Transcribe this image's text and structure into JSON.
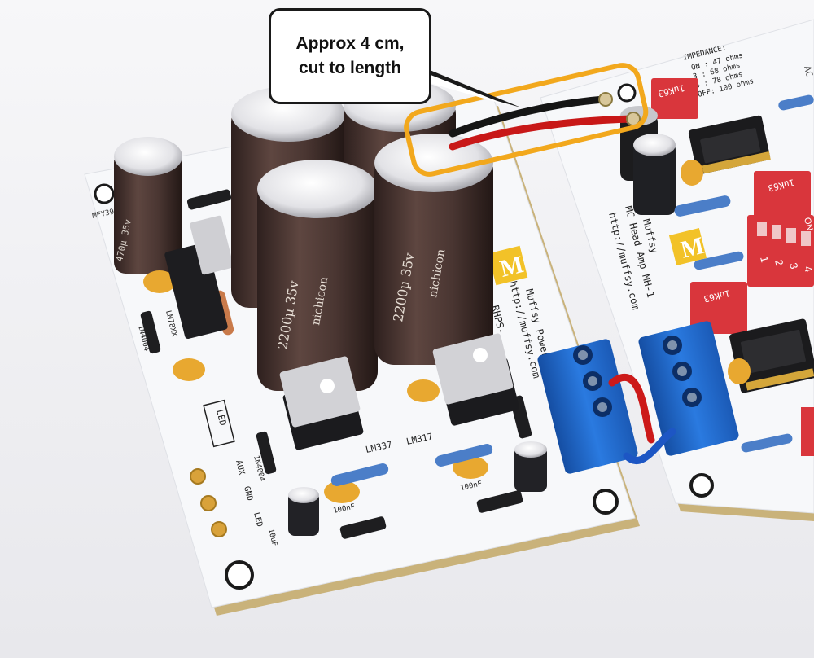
{
  "callout": {
    "line1": "Approx 4 cm,",
    "line2": "cut to length"
  },
  "board_left": {
    "website": "http://muffsy.com",
    "title": "Muffsy Power Su",
    "model_partial": "RHPS-",
    "logo_letter": "M",
    "capacitor_brand": "nichicon",
    "capacitor_rating": "2200µ 35v",
    "small_cap_rating": "470µ 35v",
    "regulator_pos": "LM317",
    "regulator_neg": "LM337",
    "regulator_aux": "LM78XX",
    "diode": "1N4004",
    "cap_100nf": "100nF",
    "cap_10uf": "10uF",
    "pins": [
      "AUX",
      "GND",
      "LED"
    ],
    "led_label": "LED",
    "serial": "MFY39402570"
  },
  "board_right": {
    "title": "Muffsy",
    "subtitle": "MC Head Amp MH-1",
    "website": "http://muffsy.com",
    "logo_letter": "M",
    "impedance_title": "IMPEDANCE:",
    "impedance_rows": [
      "ON : 47 ohms",
      "3 : 68 ohms",
      "4 : 78 ohms",
      "OFF: 100 ohms"
    ],
    "relay_label": "1uK63",
    "dip_on": "ON",
    "dip_numbers": [
      "1",
      "2",
      "3",
      "4"
    ],
    "corner_text": "AC"
  },
  "colors": {
    "highlight": "#f2a81d",
    "wire_red": "#c81818",
    "wire_black": "#151515",
    "terminal_blue": "#1f66c9",
    "pcb_white": "#f7f8fa",
    "cap_brown": "#4a3632"
  }
}
